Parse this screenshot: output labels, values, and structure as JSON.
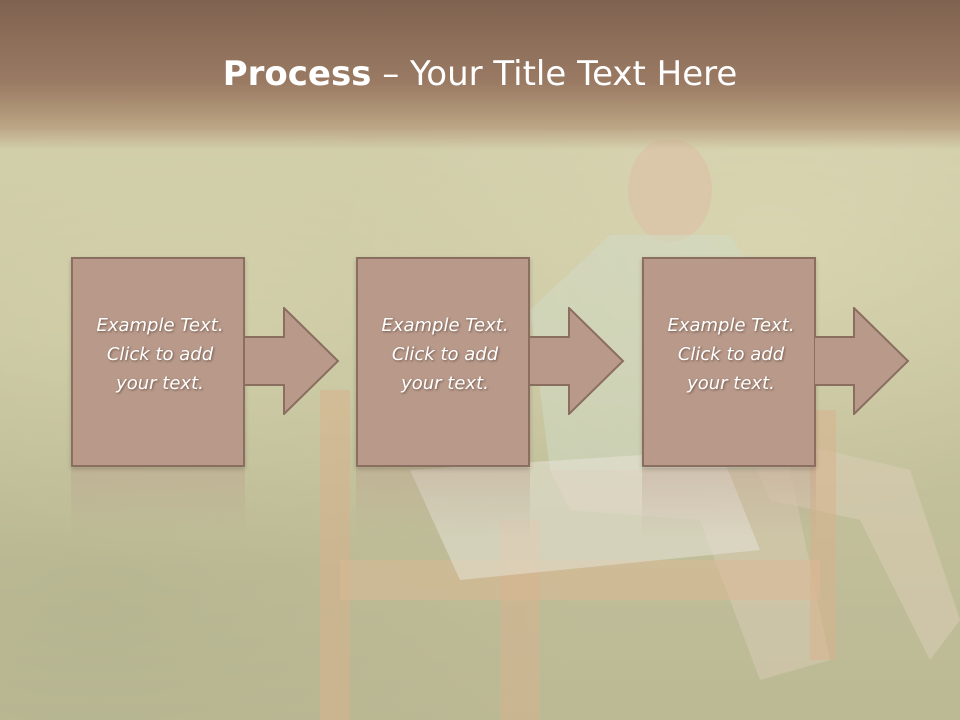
{
  "slide": {
    "title_bold": "Process",
    "title_rest": " – Your Title Text Here"
  },
  "steps": [
    {
      "text": "Example Text.\nClick  to add\nyour text."
    },
    {
      "text": "Example Text.\nClick  to add\nyour text."
    },
    {
      "text": "Example Text.\nClick  to add\nyour text."
    }
  ],
  "colors": {
    "box_fill": "#b8998a",
    "box_border": "#8a6e60",
    "title_band": "#8c6e58",
    "text": "#ffffff"
  }
}
